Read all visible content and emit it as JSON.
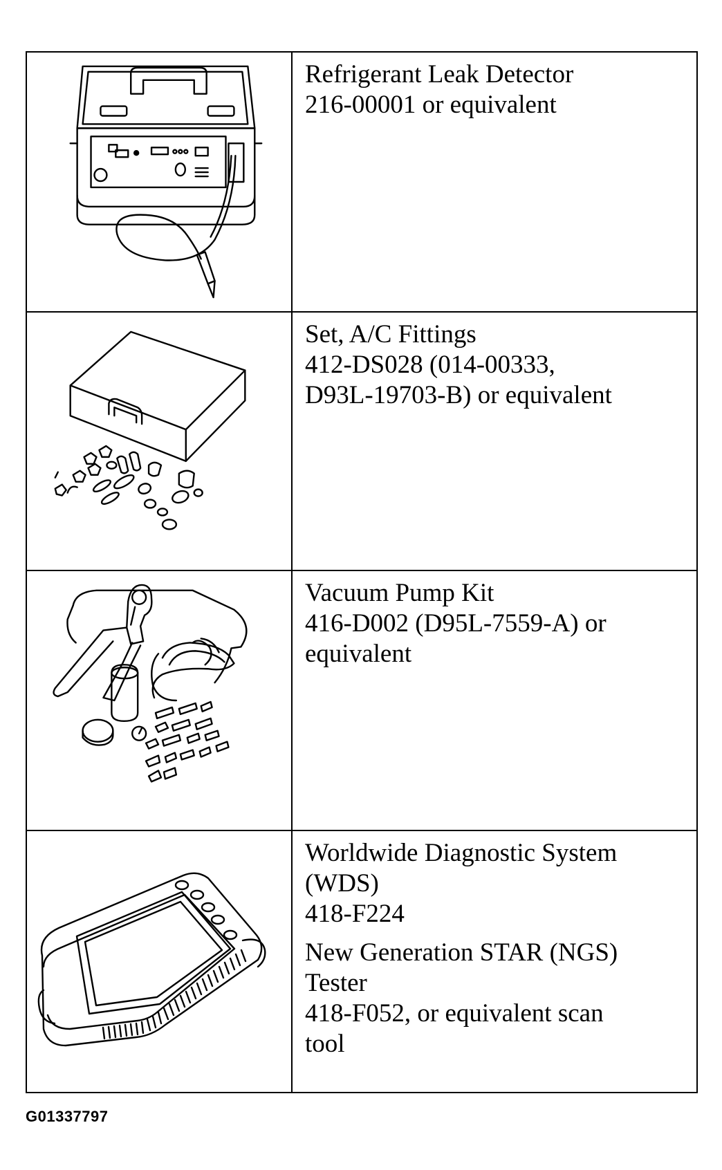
{
  "tools": [
    {
      "illustration": "refrigerant-leak-detector-icon",
      "lines": [
        "Refrigerant Leak Detector",
        "216-00001 or equivalent"
      ]
    },
    {
      "illustration": "ac-fittings-case-icon",
      "lines": [
        "Set, A/C Fittings",
        "412-DS028 (014-00333,",
        "D93L-19703-B) or equivalent"
      ]
    },
    {
      "illustration": "vacuum-pump-kit-icon",
      "lines": [
        "Vacuum Pump Kit",
        "416-D002 (D95L-7559-A) or",
        "equivalent"
      ]
    },
    {
      "illustration": "diagnostic-tablet-icon",
      "lines_a": [
        "Worldwide Diagnostic System",
        "(WDS)",
        "418-F224"
      ],
      "lines_b": [
        "New Generation STAR (NGS)",
        "Tester",
        "418-F052, or equivalent scan",
        "tool"
      ]
    }
  ],
  "figure_id": "G01337797"
}
